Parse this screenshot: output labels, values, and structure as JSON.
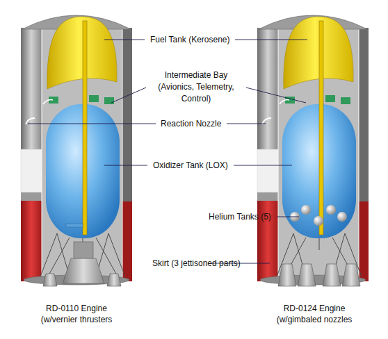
{
  "diagram": {
    "labels": [
      "Fuel Tank (Kerosene)",
      "Intermediate Bay (Avionics, Telemetry, Control)",
      "Reaction Nozzle",
      "Oxidizer Tank (LOX)",
      "Helium Tanks (5)",
      "Skirt (3 jettisoned parts)",
      "RD-0110 Engine (w/vernier thrusters",
      "RD-0124 Engine (w/gimbaled nozzles"
    ]
  }
}
